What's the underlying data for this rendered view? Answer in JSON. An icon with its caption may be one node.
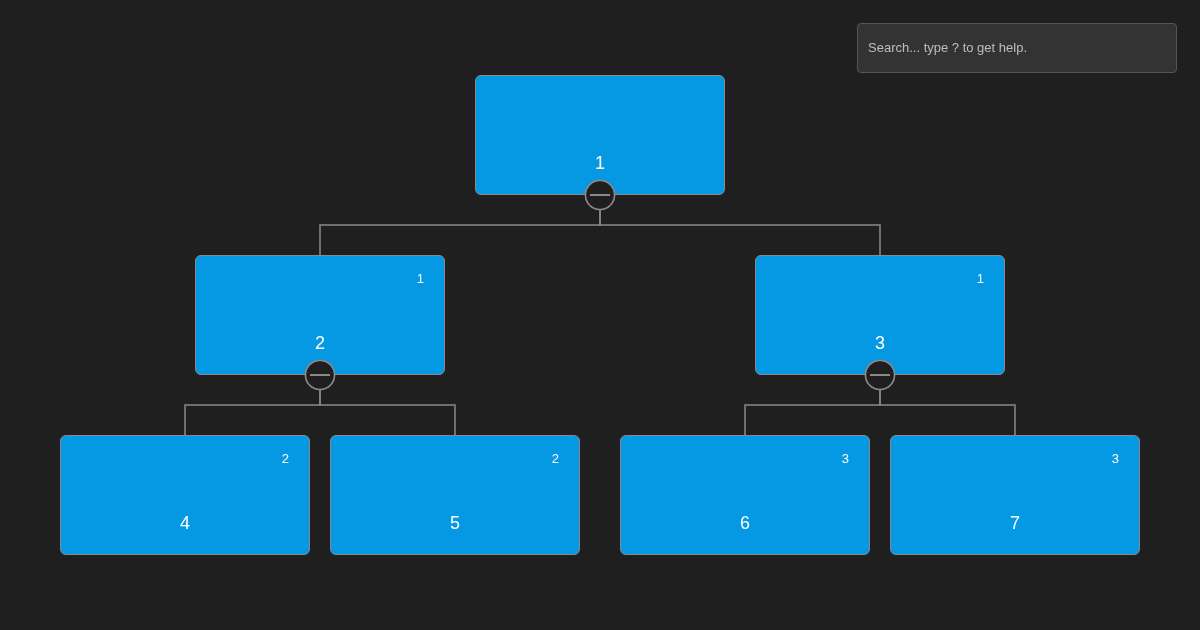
{
  "diagram": {
    "nodes": [
      {
        "text": [
          "1"
        ]
      },
      {
        "text": [
          "1",
          "2"
        ]
      },
      {
        "text": [
          "1",
          "3"
        ]
      },
      {
        "text": [
          "2",
          "4"
        ]
      },
      {
        "text": [
          "2",
          "5"
        ]
      },
      {
        "text": [
          "3",
          "6"
        ]
      },
      {
        "text": [
          "3",
          "7"
        ]
      }
    ],
    "edges": [
      {
        "from": 0,
        "to": 1,
        "arrow": "other"
      },
      {
        "from": 0,
        "to": 2,
        "arrow": "other"
      },
      {
        "from": 1,
        "to": 3,
        "arrow": "other"
      },
      {
        "from": 1,
        "to": 4,
        "arrow": "other"
      },
      {
        "from": 2,
        "to": 5,
        "arrow": "other"
      },
      {
        "from": 2,
        "to": 6,
        "arrow": "other"
      }
    ],
    "labels": [
      "Search... type ? to get help."
    ]
  }
}
